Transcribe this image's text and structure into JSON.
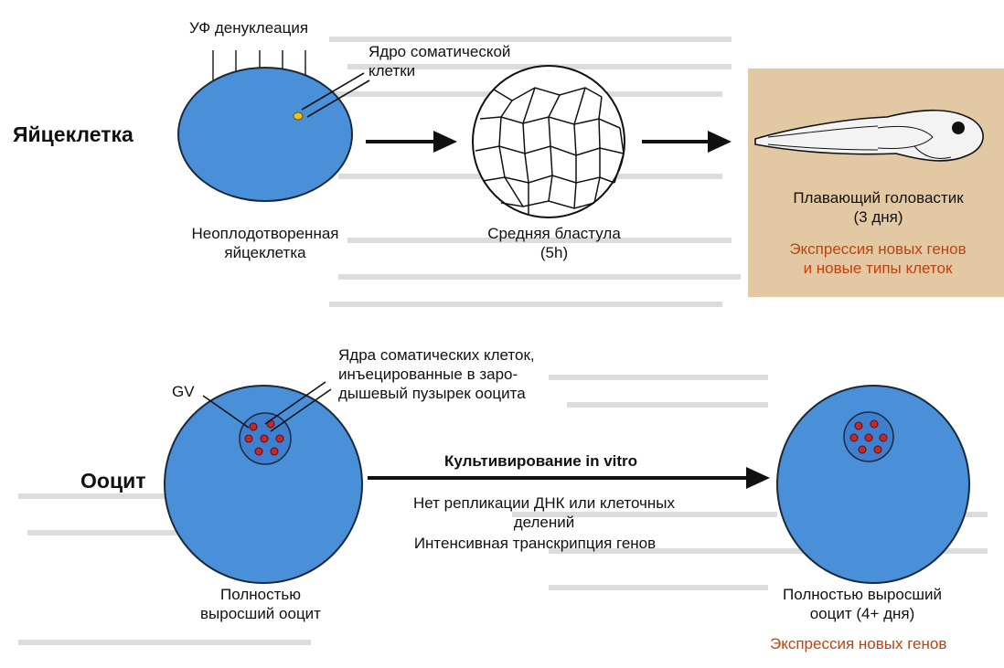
{
  "labels": {
    "uv": "УФ денуклеация",
    "somatic_nucleus": [
      "Ядро соматической",
      "клетки"
    ],
    "egg": "Яйцеклетка",
    "unfertilized_egg": [
      "Неоплодотворенная",
      "яйцеклетка"
    ],
    "mid_blastula": [
      "Средняя бластула",
      "(5h)"
    ],
    "tadpole": [
      "Плавающий головастик",
      "(3 дня)"
    ],
    "tadpole_expression": [
      "Экспрессия новых генов",
      "и новые типы клеток"
    ],
    "injected_nuclei": [
      "Ядра соматических клеток,",
      "инъецированные в заро-",
      "дышевый пузырек ооцита"
    ],
    "gv": "GV",
    "oocyte": "Ооцит",
    "culture": "Культивирование in vitro",
    "no_replication": [
      "Нет репликации ДНК или клеточных",
      "делений"
    ],
    "transcription": "Интенсивная транскрипция генов",
    "grown_oocyte": [
      "Полностью",
      "выросший ооцит"
    ],
    "grown_oocyte_4d": [
      "Полностью выросший",
      "ооцит (4+ дня)"
    ],
    "new_gene_expression": "Экспрессия новых генов"
  },
  "colors": {
    "cell_fill": "#4a90d9",
    "gv_fill": "#3f7fd0",
    "nucleus_red": "#c62828",
    "yolk_nucleus": "#e8c020",
    "panel_beige": "#e3c9a3",
    "accent_red": "#c2410c"
  }
}
